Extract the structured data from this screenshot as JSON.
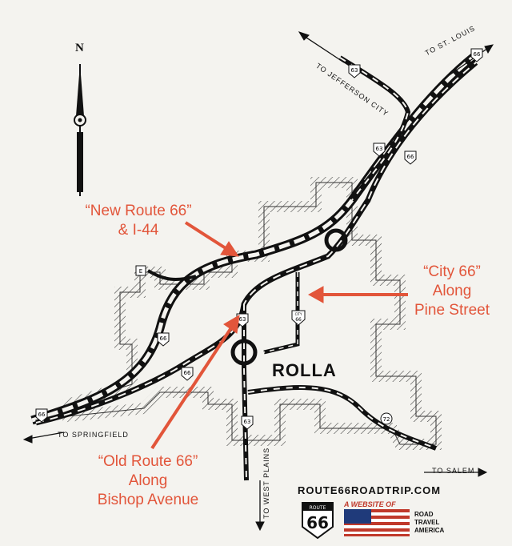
{
  "map": {
    "north_label": "N",
    "city": "ROLLA",
    "destinations": {
      "st_louis": "TO ST. LOUIS",
      "jefferson_city": "TO JEFFERSON CITY",
      "springfield": "TO SPRINGFIELD",
      "west_plains": "TO WEST PLAINS",
      "salem": "TO SALEM"
    },
    "shields": {
      "us66": "66",
      "us63": "63",
      "city66_top": "CITY",
      "city66_num": "66",
      "route72": "72",
      "interstate_e": "E"
    }
  },
  "annotations": {
    "new_route_line1": "“New Route 66”",
    "new_route_line2": "& I-44",
    "city66_line1": "“City 66”",
    "city66_line2": "Along",
    "city66_line3": "Pine Street",
    "old_route_line1": "“Old Route 66”",
    "old_route_line2": "Along",
    "old_route_line3": "Bishop Avenue",
    "color": "#e2553a"
  },
  "branding": {
    "site": "ROUTE66ROADTRIP.COM",
    "tagline": "A WEBSITE OF",
    "logo_route": "ROUTE",
    "logo_num": "66",
    "org_line1": "ROAD",
    "org_line2": "TRAVEL",
    "org_line3": "AMERICA"
  }
}
